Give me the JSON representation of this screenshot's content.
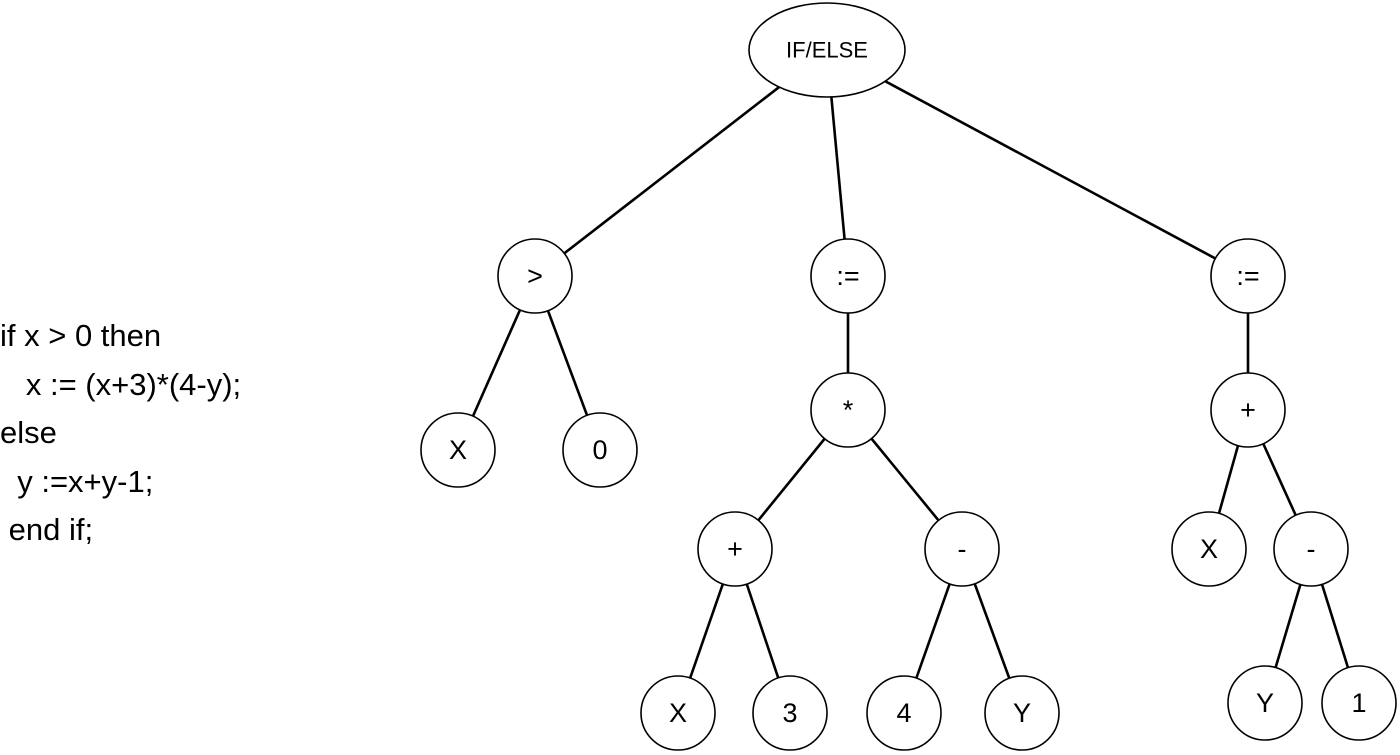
{
  "code_lines": [
    "if x > 0 then",
    "   x := (x+3)*(4-y);",
    "else",
    "  y :=x+y-1;",
    " end if;"
  ],
  "tree": {
    "nodes": [
      {
        "id": "root",
        "label": "IF/ELSE"
      },
      {
        "id": "gt",
        "label": ">"
      },
      {
        "id": "assign1",
        "label": ":="
      },
      {
        "id": "assign2",
        "label": ":="
      },
      {
        "id": "x1",
        "label": "X"
      },
      {
        "id": "zero",
        "label": "0"
      },
      {
        "id": "mul",
        "label": "*"
      },
      {
        "id": "plus1",
        "label": "+"
      },
      {
        "id": "minus1",
        "label": "-"
      },
      {
        "id": "x2",
        "label": "X"
      },
      {
        "id": "three",
        "label": "3"
      },
      {
        "id": "four",
        "label": "4"
      },
      {
        "id": "y1",
        "label": "Y"
      },
      {
        "id": "plus2",
        "label": "+"
      },
      {
        "id": "x3",
        "label": "X"
      },
      {
        "id": "minus2",
        "label": "-"
      },
      {
        "id": "y2",
        "label": "Y"
      },
      {
        "id": "one",
        "label": "1"
      }
    ],
    "edges": [
      [
        "root",
        "gt"
      ],
      [
        "root",
        "assign1"
      ],
      [
        "root",
        "assign2"
      ],
      [
        "gt",
        "x1"
      ],
      [
        "gt",
        "zero"
      ],
      [
        "assign1",
        "mul"
      ],
      [
        "mul",
        "plus1"
      ],
      [
        "mul",
        "minus1"
      ],
      [
        "plus1",
        "x2"
      ],
      [
        "plus1",
        "three"
      ],
      [
        "minus1",
        "four"
      ],
      [
        "minus1",
        "y1"
      ],
      [
        "assign2",
        "plus2"
      ],
      [
        "plus2",
        "x3"
      ],
      [
        "plus2",
        "minus2"
      ],
      [
        "minus2",
        "y2"
      ],
      [
        "minus2",
        "one"
      ]
    ]
  }
}
